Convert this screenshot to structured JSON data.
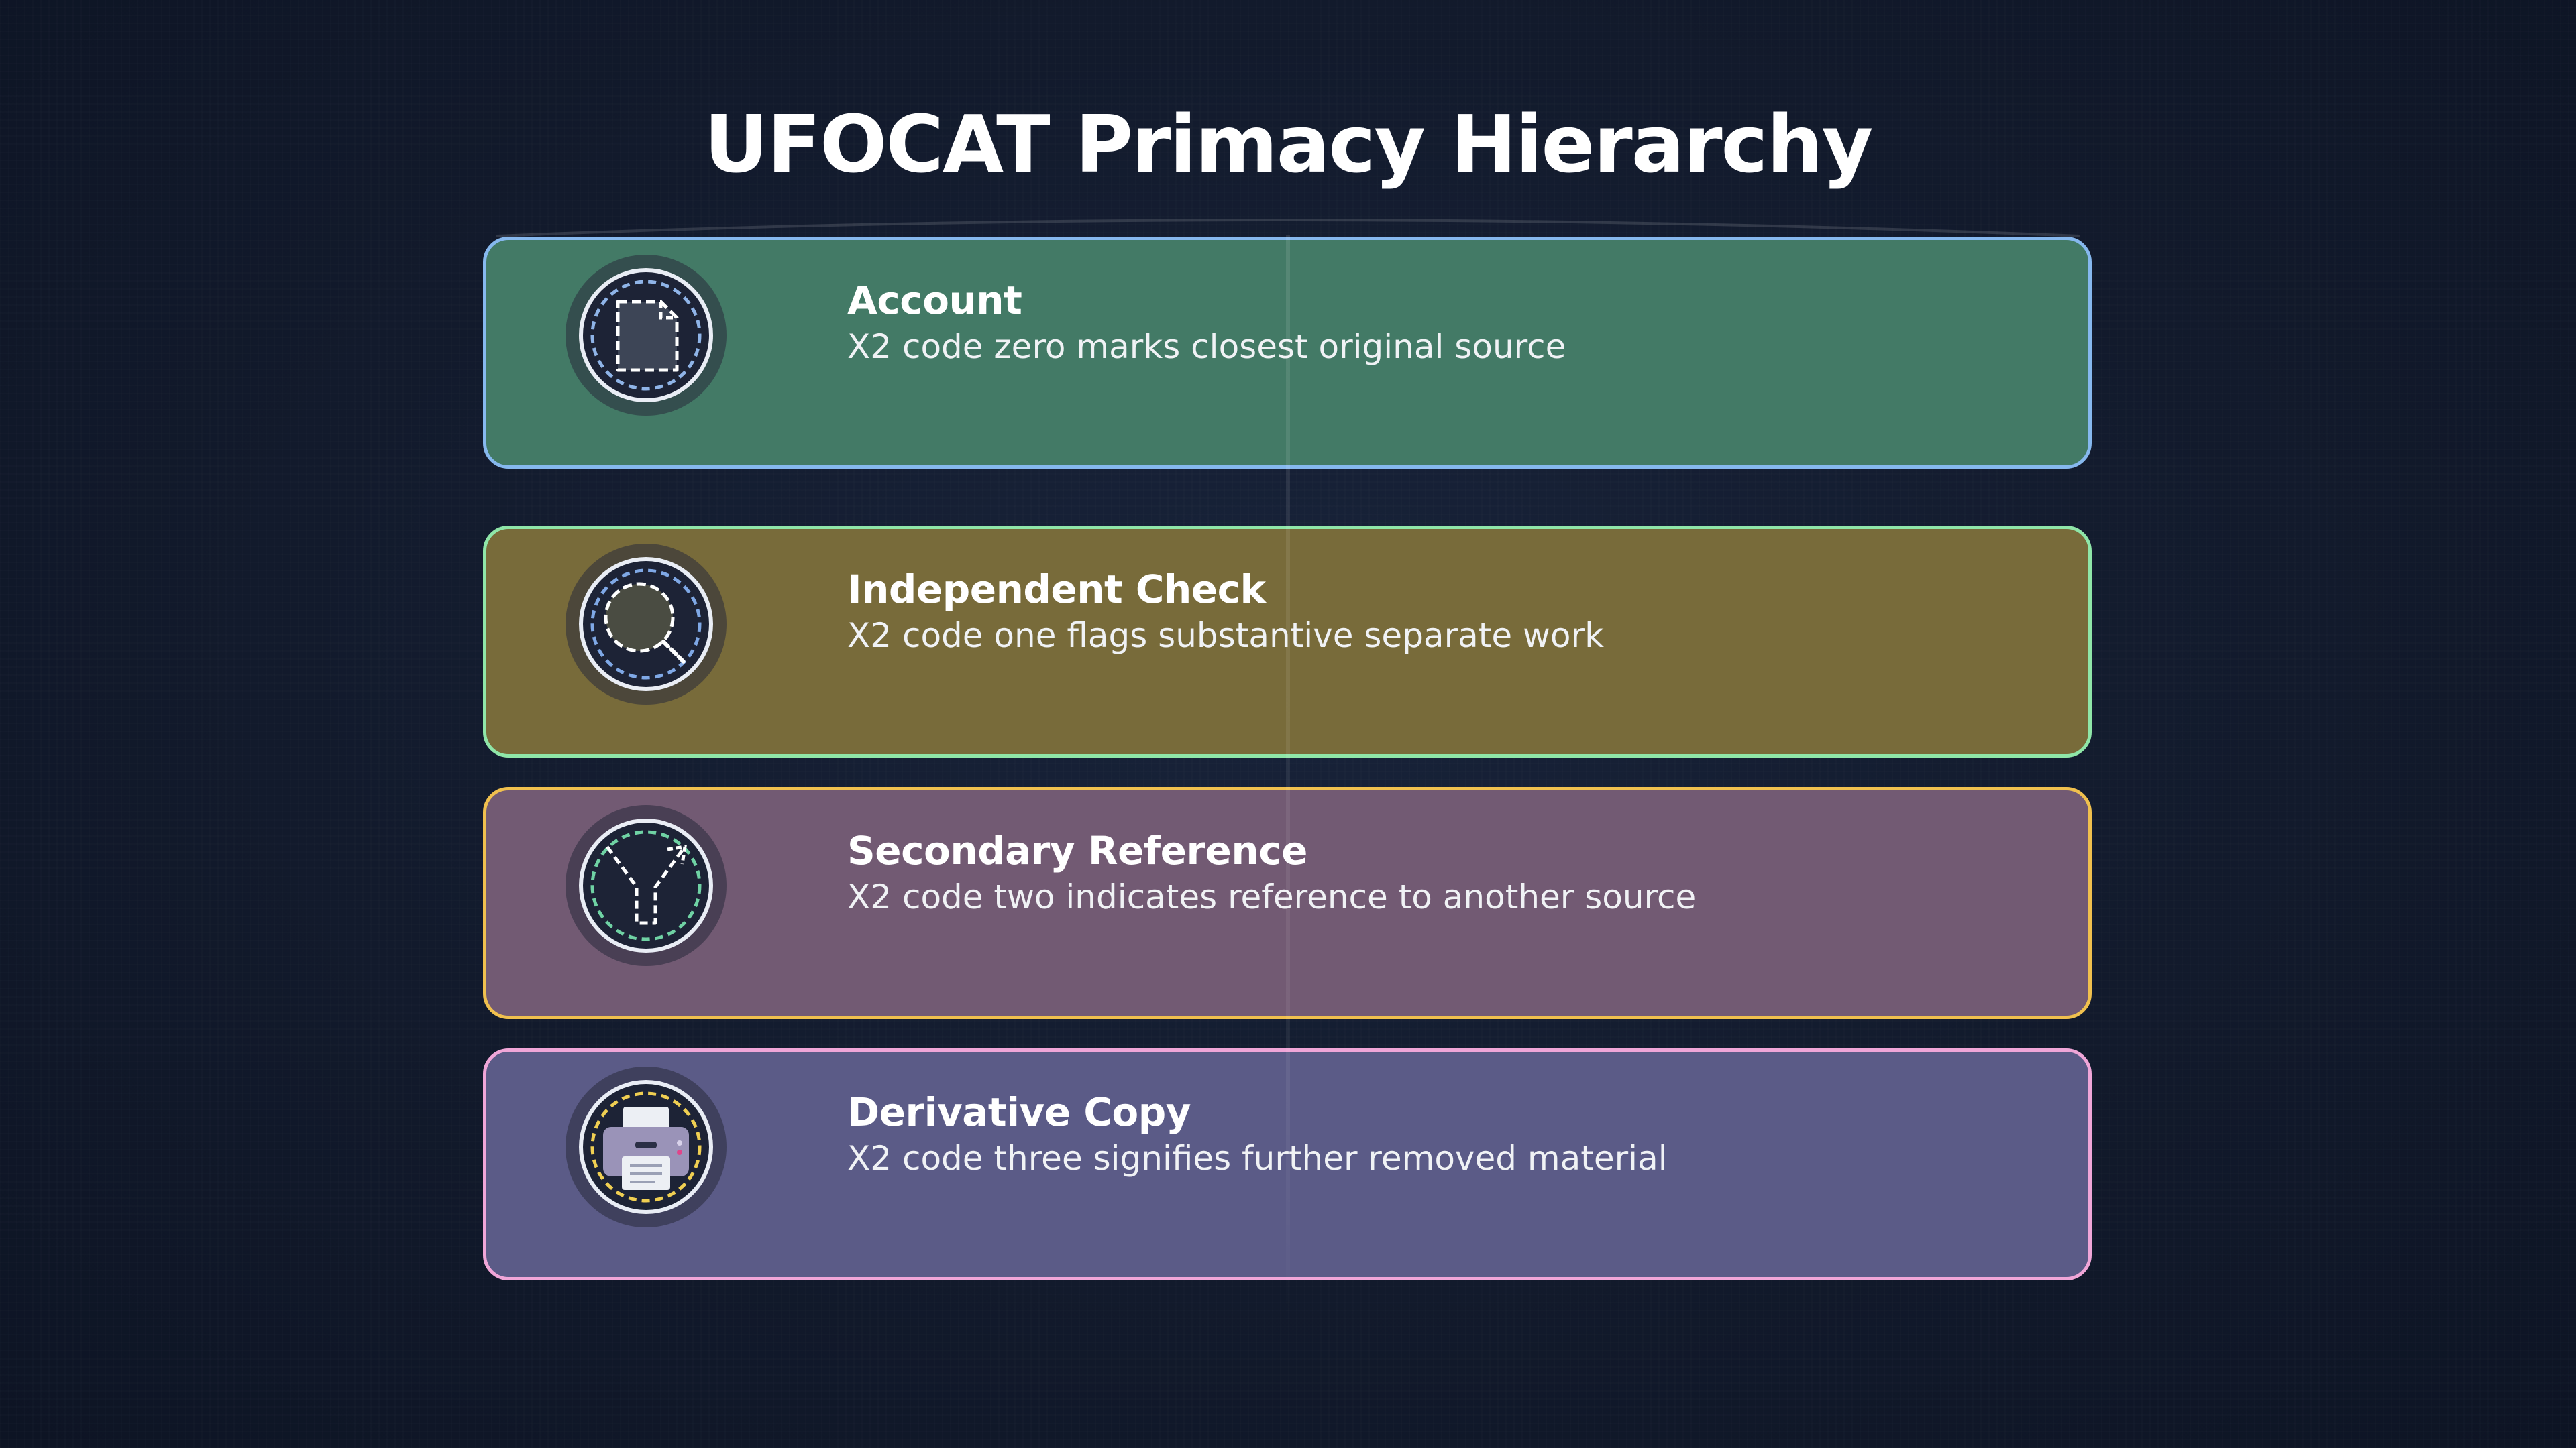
{
  "title": "UFOCAT Primacy Hierarchy",
  "colors": {
    "background": "#121a2c",
    "spine": "#ffffff"
  },
  "levels": [
    {
      "label": "Account",
      "description": "X2 code zero marks closest original source",
      "icon": "document-icon",
      "fill": "#437a66",
      "border": "#86b8ee",
      "ring": "#8fb4e8"
    },
    {
      "label": "Independent Check",
      "description": "X2 code one flags substantive separate work",
      "icon": "magnifier-icon",
      "fill": "#786b3a",
      "border": "#8fe6a8",
      "ring": "#7fa8e6"
    },
    {
      "label": "Secondary Reference",
      "description": "X2 code two indicates reference to another source",
      "icon": "fork-icon",
      "fill": "#725a73",
      "border": "#f0c04e",
      "ring": "#6fd2a4"
    },
    {
      "label": "Derivative Copy",
      "description": "X2 code three signifies further removed material",
      "icon": "printer-icon",
      "fill": "#5b5b87",
      "border": "#f0a6d8",
      "ring": "#f0cf52"
    }
  ]
}
